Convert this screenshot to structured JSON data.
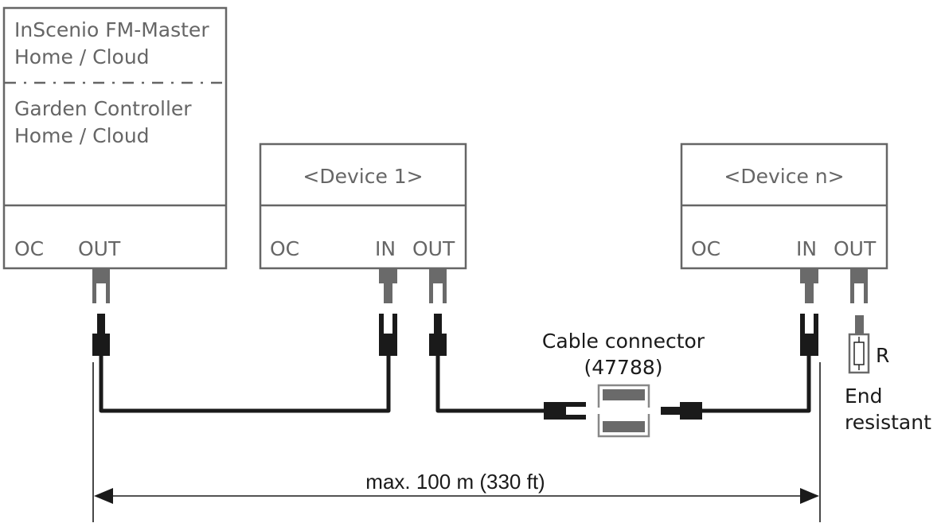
{
  "master_unit": {
    "line1": "InScenio FM-Master",
    "line2": "Home / Cloud",
    "line3": "Garden Controller",
    "line4": "Home / Cloud",
    "port_oc": "OC",
    "port_out": "OUT"
  },
  "device_1": {
    "title": "<Device 1>",
    "port_oc": "OC",
    "port_in": "IN",
    "port_out": "OUT"
  },
  "device_n": {
    "title": "<Device n>",
    "port_oc": "OC",
    "port_in": "IN",
    "port_out": "OUT"
  },
  "cable_connector": {
    "label": "Cable connector",
    "part_number": "(47788)"
  },
  "end_resistor": {
    "symbol": "R",
    "label_line1": "End",
    "label_line2": "resistant"
  },
  "dimension": {
    "label": "max. 100 m (330 ft)"
  },
  "colors": {
    "outline": "#666666",
    "socket": "#6a6a6a",
    "plug_and_cable": "#1a1a1a"
  }
}
